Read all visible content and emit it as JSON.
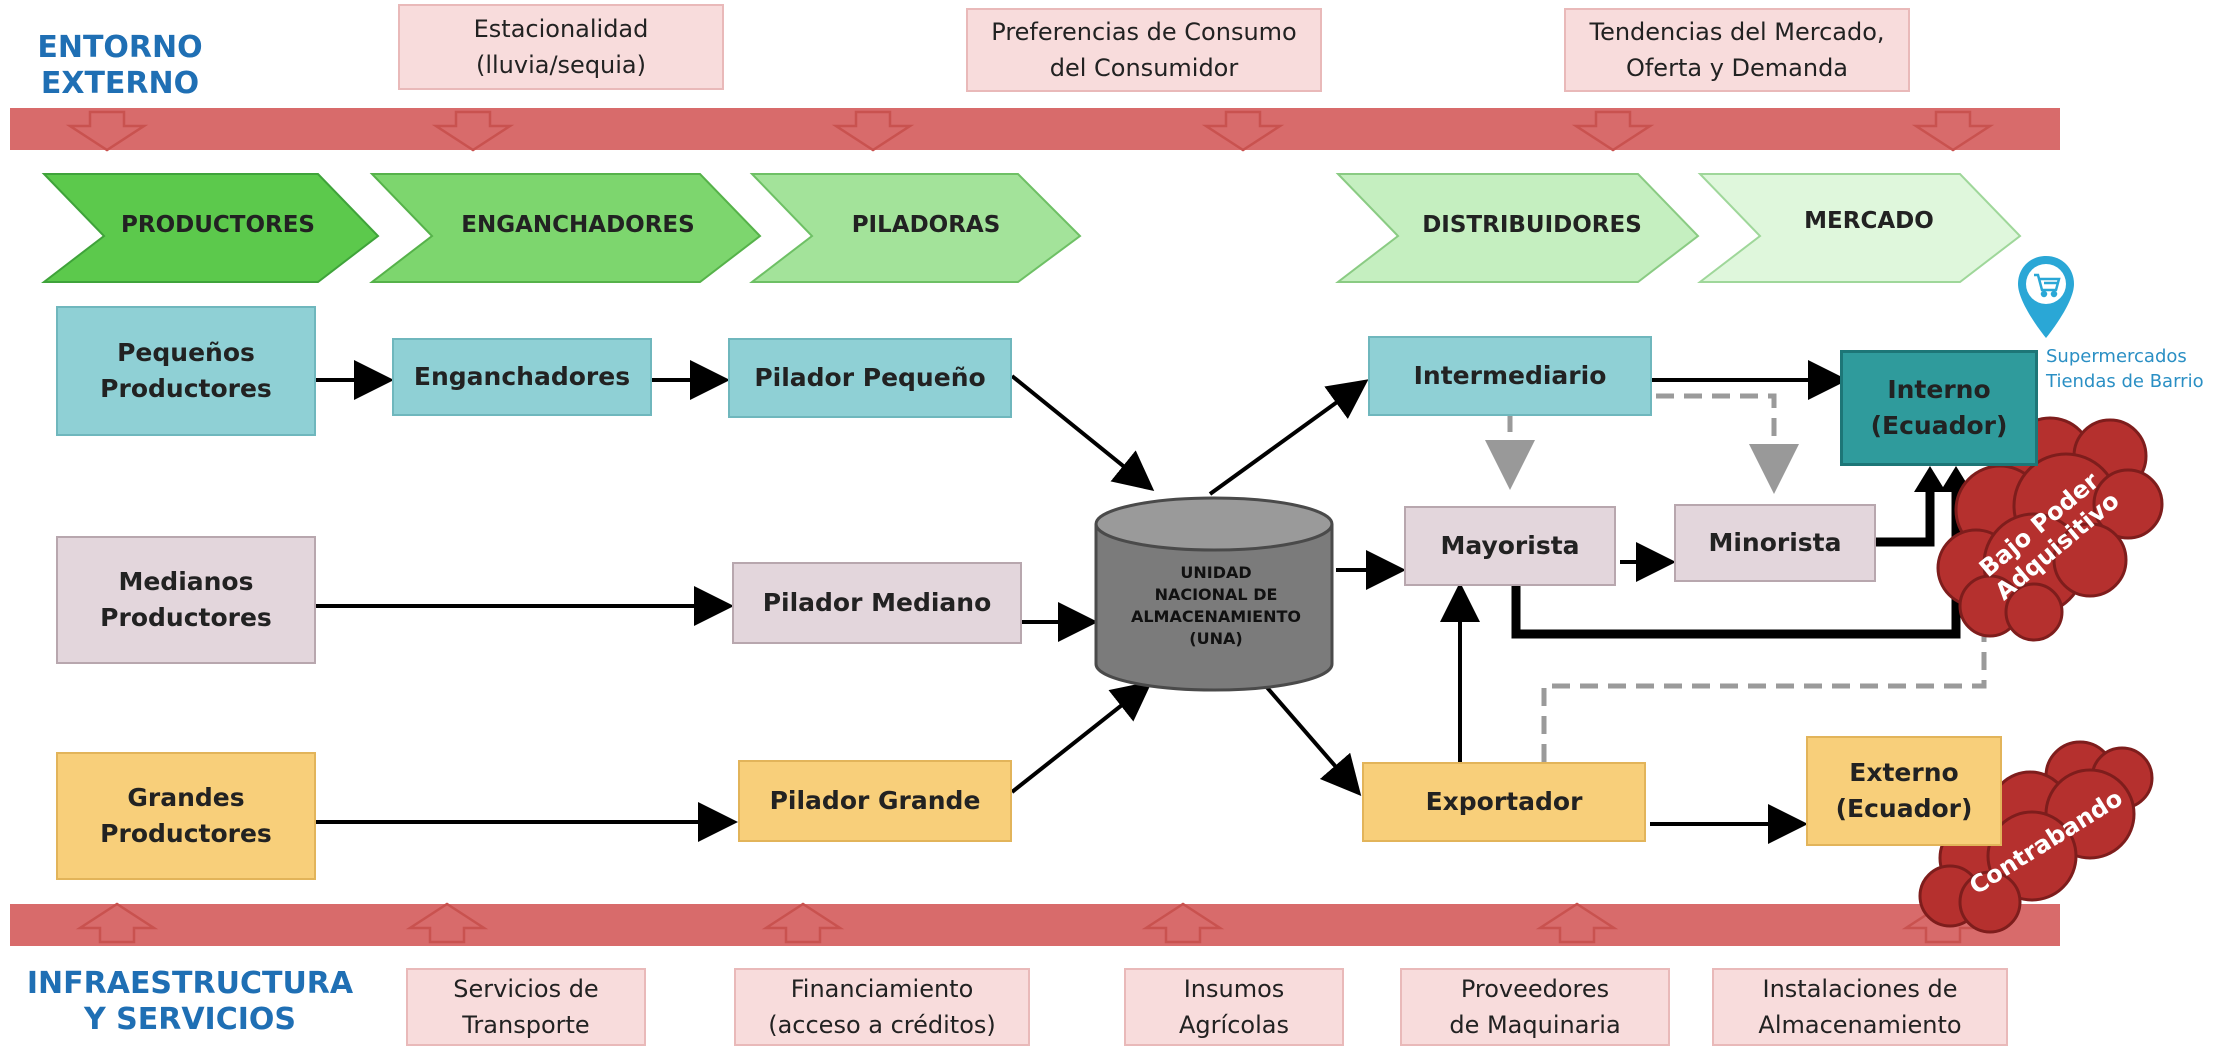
{
  "external": {
    "label": "ENTORNO\nEXTERNO",
    "factors": [
      "Estacionalidad\n(lluvia/sequia)",
      "Preferencias de Consumo\ndel Consumidor",
      "Tendencias del Mercado,\nOferta y Demanda"
    ]
  },
  "infrastructure": {
    "label": "INFRAESTRUCTURA\nY SERVICIOS",
    "factors": [
      "Servicios de\nTransporte",
      "Financiamiento\n(acceso a créditos)",
      "Insumos\nAgrícolas",
      "Proveedores\nde Maquinaria",
      "Instalaciones de\nAlmacenamiento"
    ]
  },
  "stages": [
    "PRODUCTORES",
    "ENGANCHADORES",
    "PILADORAS",
    "DISTRIBUIDORES",
    "MERCADO"
  ],
  "producers": {
    "small": "Pequeños\nProductores",
    "medium": "Medianos\nProductores",
    "large": "Grandes\nProductores"
  },
  "enganchadores": "Enganchadores",
  "piladores": {
    "small": "Pilador Pequeño",
    "medium": "Pilador Mediano",
    "large": "Pilador Grande"
  },
  "storage": [
    "UNIDAD",
    "NACIONAL DE",
    "ALMACENAMIENTO",
    "(UNA)"
  ],
  "distributors": {
    "intermediario": "Intermediario",
    "mayorista": "Mayorista",
    "minorista": "Minorista",
    "exportador": "Exportador"
  },
  "markets": {
    "interno": "Interno\n(Ecuador)",
    "externo": "Externo\n(Ecuador)",
    "interno_channels": "Supermercados\nTiendas de Barrio"
  },
  "clouds": {
    "bajo": [
      "Bajo Poder",
      "Adquisitivo"
    ],
    "contrabando": "Contrabando"
  },
  "colors": {
    "band": "#d86b6b",
    "factor_bg": "#f8dcdc",
    "teal": "#8fd0d5",
    "lilac": "#e3d6dc",
    "gold": "#f8cf7a",
    "dark_teal": "#2f9b9c",
    "cloud": "#b5302e",
    "accent_blue": "#1f6fb4"
  }
}
